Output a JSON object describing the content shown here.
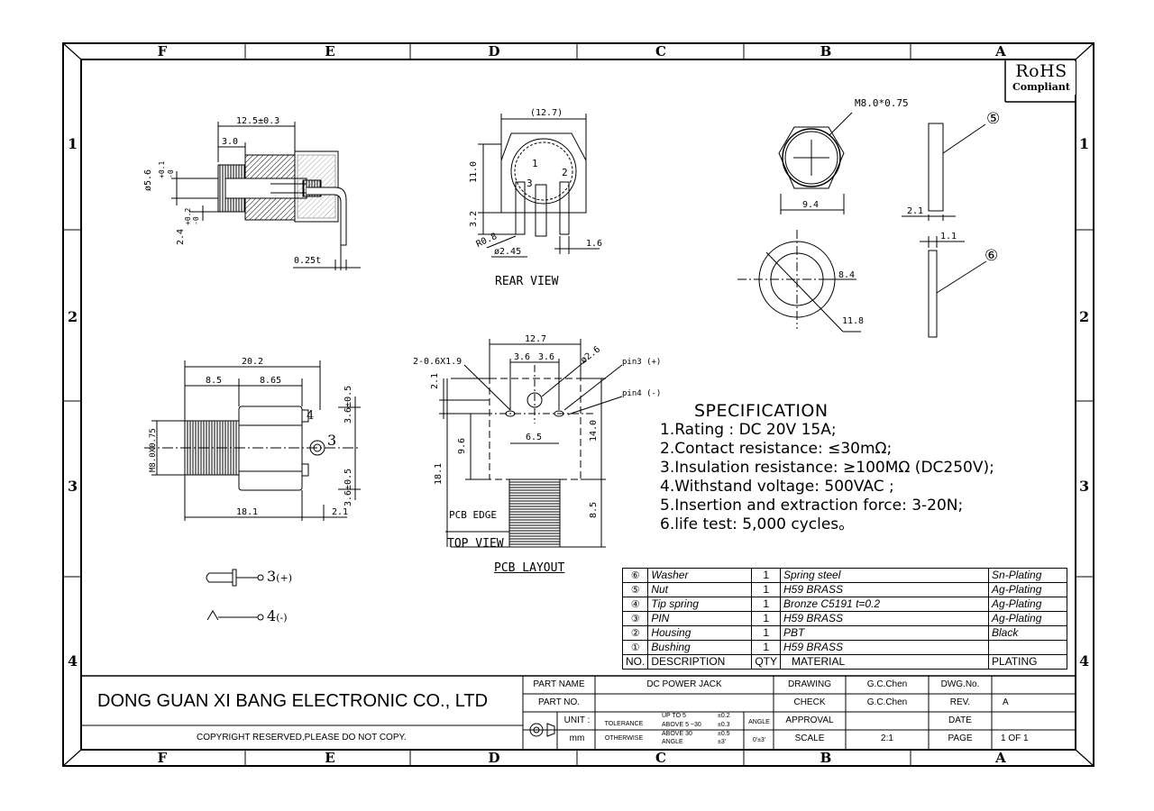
{
  "frame": {
    "columns": [
      "F",
      "E",
      "D",
      "C",
      "B",
      "A"
    ],
    "rows": [
      "1",
      "2",
      "3",
      "4"
    ]
  },
  "rohs": {
    "line1": "RoHS",
    "line2": "Compliant"
  },
  "views": {
    "rear_view": "REAR VIEW",
    "top_view": "TOP VIEW",
    "pcb_layout": "PCB LAYOUT",
    "pcb_edge": "PCB EDGE"
  },
  "dimensions": {
    "d12_5": "12.5±0.3",
    "d3_0": "3.0",
    "d5_6_tol": "+0.1",
    "d5_6_tol2": "-0",
    "d5_6": "ø5.6",
    "d2_4_tol": "+0.2",
    "d2_4_tol2": "-0",
    "d2_4": "2.4",
    "d0_25t": "0.25t",
    "d12_7p": "(12.7)",
    "d11_0": "11.0",
    "d3_2": "3.2",
    "dR0_8": "R0.8",
    "d2_45": "ø2.45",
    "d1_6": "1.6",
    "rear_pin1": "1",
    "rear_pin2": "2",
    "rear_pin3": "3",
    "dM8": "M8.0*0.75",
    "d9_4": "9.4",
    "d2_1a": "2.1",
    "d1_1": "1.1",
    "d8_4": "8.4",
    "d11_8": "11.8",
    "part5": "⑤",
    "part6": "⑥",
    "d20_2": "20.2",
    "d8_5a": "8.5",
    "d8_65": "8.65",
    "d3_6a": "3.6±0.5",
    "d3_6b": "3.6±0.5",
    "dM8side": "M8.0X0.75",
    "d18_1a": "18.1",
    "d2_1b": "2.1",
    "side_pin3": "3",
    "side_pin4": "4",
    "d12_7": "12.7",
    "d3_6c": "3.6",
    "d3_6d": "3.6",
    "d2_6": "ø2.6",
    "d2_06": "2-0.6X1.9",
    "d2_1c": "2.1",
    "d9_6": "9.6",
    "d6_5": "6.5",
    "d14_0": "14.0",
    "d18_1b": "18.1",
    "d8_5b": "8.5",
    "pin3_label": "pin3 (+)",
    "pin4_label": "pin4 (-)"
  },
  "specification": {
    "title": "SPECIFICATION",
    "items": [
      "1.Rating : DC 20V 15A;",
      "2.Contact resistance: ≤30mΩ;",
      "3.Insulation resistance: ≥100MΩ (DC250V);",
      "4.Withstand voltage: 500VAC ;",
      "5.Insertion and extraction force: 3-20N;",
      "6.life test: 5,000 cycles。"
    ]
  },
  "pin_legend": {
    "pin3": "3",
    "pin3_sign": "(+)",
    "pin4": "4",
    "pin4_sign": "(-)"
  },
  "bom": {
    "rows": [
      {
        "no": "⑥",
        "desc": "Washer",
        "qty": "1",
        "material": "Spring steel",
        "plating": "Sn-Plating"
      },
      {
        "no": "⑤",
        "desc": "Nut",
        "qty": "1",
        "material": "H59 BRASS",
        "plating": "Ag-Plating"
      },
      {
        "no": "④",
        "desc": "Tip spring",
        "qty": "1",
        "material": "Bronze C5191 t=0.2",
        "plating": "Ag-Plating"
      },
      {
        "no": "③",
        "desc": "PIN",
        "qty": "1",
        "material": "H59 BRASS",
        "plating": "Ag-Plating"
      },
      {
        "no": "②",
        "desc": "Housing",
        "qty": "1",
        "material": "PBT",
        "plating": "Black"
      },
      {
        "no": "①",
        "desc": "Bushing",
        "qty": "1",
        "material": "H59 BRASS",
        "plating": ""
      }
    ],
    "header": {
      "no": "NO.",
      "desc": "DESCRIPTION",
      "qty": "QTY",
      "material": "MATERIAL",
      "plating": "PLATING"
    }
  },
  "title_block": {
    "company": "DONG GUAN XI BANG ELECTRONIC CO., LTD",
    "copyright": "COPYRIGHT RESERVED,PLEASE DO NOT COPY.",
    "part_name_label": "PART NAME",
    "part_name": "DC POWER JACK",
    "part_no_label": "PART NO.",
    "unit_label": "UNIT :",
    "unit": "mm",
    "tolerance_label": "TOLERANCE",
    "otherwise_label": "OTHERWISE",
    "tol_r1": "UP TO 5",
    "tol_r1v": "±0.2",
    "tol_r2": "ABOVE 5 ~30",
    "tol_r2v": "±0.3",
    "tol_r3": "ABOVE 30",
    "tol_r3v": "±0.5",
    "tol_r4": "ANGLE",
    "tol_r4v": "±3'",
    "angle_label": "ANGLE",
    "angle_value": "0'±3'",
    "drawing_label": "DRAWING",
    "drawing_by": "G.C.Chen",
    "check_label": "CHECK",
    "check_by": "G.C.Chen",
    "approval_label": "APPROVAL",
    "scale_label": "SCALE",
    "scale": "2:1",
    "dwg_no_label": "DWG.No.",
    "rev_label": "REV.",
    "rev": "A",
    "date_label": "DATE",
    "page_label": "PAGE",
    "page": "1 OF 1"
  }
}
